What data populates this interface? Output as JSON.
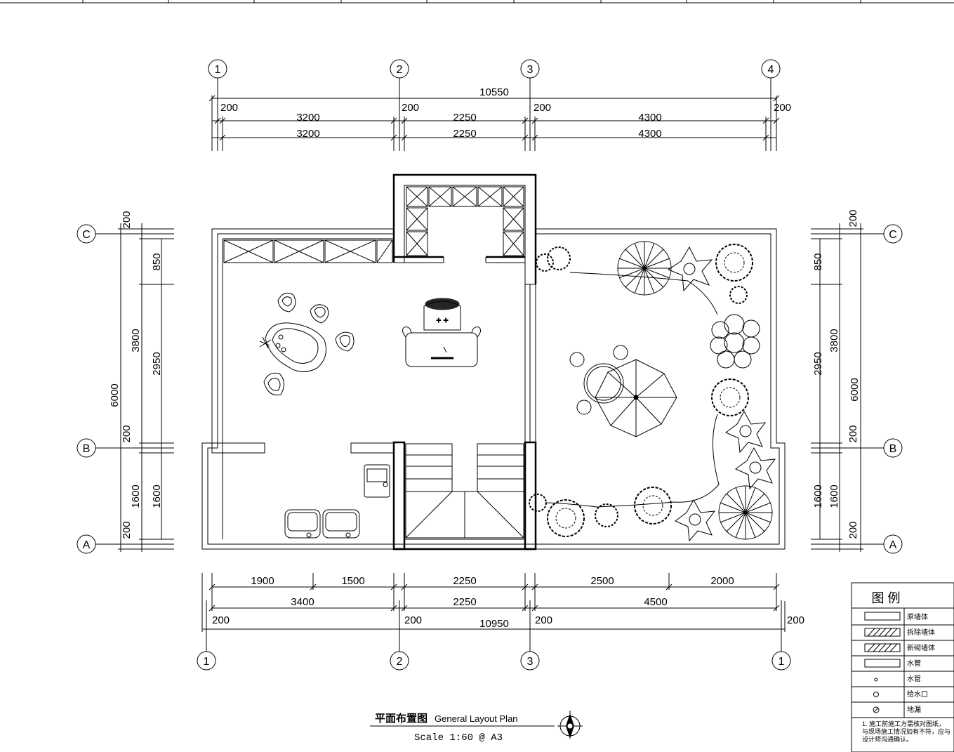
{
  "drawing": {
    "title_cn": "平面布置图",
    "title_en": "General Layout Plan",
    "scale": "Scale  1:60 @ A3"
  },
  "top_dims": {
    "overall": "10550",
    "row1": [
      "200",
      "3200",
      "200",
      "2250",
      "200",
      "4300",
      "200"
    ],
    "row2": [
      "3200",
      "2250",
      "4300"
    ]
  },
  "bottom_dims": {
    "row1": [
      "1900",
      "1500",
      "2250",
      "2500",
      "2000"
    ],
    "row2": [
      "3400",
      "2250",
      "4500"
    ],
    "row3": [
      "200",
      "200",
      "200",
      "200"
    ],
    "overall": "10950"
  },
  "left_dims": {
    "outer": "6000",
    "mid": [
      "3800",
      "1600"
    ],
    "inner": [
      "850",
      "2950",
      "1600"
    ],
    "small": [
      "200",
      "200",
      "200"
    ]
  },
  "right_dims": {
    "outer": "6000",
    "mid": [
      "3800",
      "1600"
    ],
    "inner": [
      "850",
      "2950",
      "1600"
    ],
    "small": [
      "200",
      "200",
      "200"
    ]
  },
  "grid_axes": {
    "columns_top": [
      "1",
      "2",
      "3",
      "4"
    ],
    "columns_bottom": [
      "1",
      "2",
      "3",
      "1"
    ],
    "rows": [
      "C",
      "B",
      "A"
    ]
  },
  "legend": {
    "title": "图  例",
    "items": [
      "原墙体",
      "拆除墙体",
      "新砌墙体",
      "水管",
      "水管",
      "给水口",
      "地漏"
    ],
    "note": "1. 施工前施工方需核对图纸，与现场施工情况如有不符，应与设计师沟通确认。"
  }
}
